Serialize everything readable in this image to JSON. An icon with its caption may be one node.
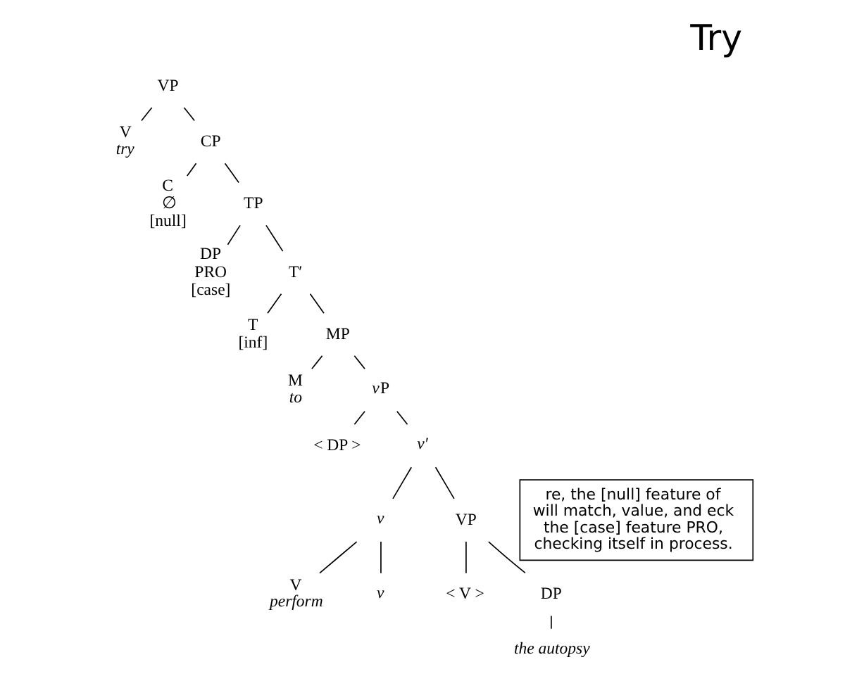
{
  "diagram": {
    "title": "Try",
    "nodes": [
      {
        "text": [
          "VP"
        ]
      },
      {
        "text": [
          "V",
          "try"
        ]
      },
      {
        "text": [
          "CP"
        ]
      },
      {
        "text": [
          "C",
          "∅",
          "[null]"
        ]
      },
      {
        "text": [
          "TP"
        ]
      },
      {
        "text": [
          "DP",
          "PRO",
          "[case]"
        ]
      },
      {
        "text": [
          "T′"
        ]
      },
      {
        "text": [
          "T",
          "[inf]"
        ]
      },
      {
        "text": [
          "MP"
        ]
      },
      {
        "text": [
          "M",
          "to"
        ]
      },
      {
        "text": [
          "vP"
        ]
      },
      {
        "text": [
          "< DP >"
        ]
      },
      {
        "text": [
          "v′"
        ]
      },
      {
        "text": [
          "v"
        ]
      },
      {
        "text": [
          "VP"
        ]
      },
      {
        "text": [
          "V",
          "perform"
        ]
      },
      {
        "text": [
          "v"
        ]
      },
      {
        "text": [
          "< V >"
        ]
      },
      {
        "text": [
          "DP"
        ]
      },
      {
        "text": [
          "the autopsy"
        ]
      },
      {
        "text": [
          "re, the [null] feature of will match, value, and eck the [case] feature PRO, checking itself in process."
        ]
      }
    ],
    "edges": [
      {
        "from": 0,
        "to": 1,
        "arrow": "none"
      },
      {
        "from": 0,
        "to": 2,
        "arrow": "none"
      },
      {
        "from": 2,
        "to": 3,
        "arrow": "none"
      },
      {
        "from": 2,
        "to": 4,
        "arrow": "none"
      },
      {
        "from": 4,
        "to": 5,
        "arrow": "none"
      },
      {
        "from": 4,
        "to": 6,
        "arrow": "none"
      },
      {
        "from": 6,
        "to": 7,
        "arrow": "none"
      },
      {
        "from": 6,
        "to": 8,
        "arrow": "none"
      },
      {
        "from": 8,
        "to": 9,
        "arrow": "none"
      },
      {
        "from": 8,
        "to": 10,
        "arrow": "none"
      },
      {
        "from": 10,
        "to": 11,
        "arrow": "none"
      },
      {
        "from": 10,
        "to": 12,
        "arrow": "none"
      },
      {
        "from": 12,
        "to": 13,
        "arrow": "none"
      },
      {
        "from": 12,
        "to": 14,
        "arrow": "none"
      },
      {
        "from": 13,
        "to": 15,
        "arrow": "none"
      },
      {
        "from": 13,
        "to": 16,
        "arrow": "none"
      },
      {
        "from": 14,
        "to": 17,
        "arrow": "none"
      },
      {
        "from": 14,
        "to": 18,
        "arrow": "none"
      },
      {
        "from": 18,
        "to": 19,
        "arrow": "none"
      }
    ]
  }
}
